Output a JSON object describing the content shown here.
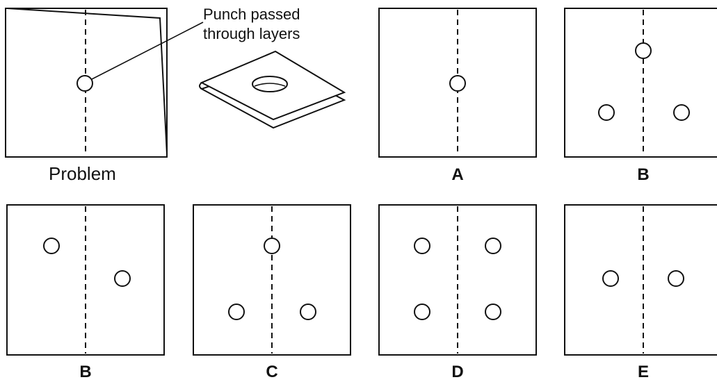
{
  "problem": {
    "caption": "Problem",
    "callout_line1": "Punch passed",
    "callout_line2": "through layers"
  },
  "options": {
    "a": {
      "label": "A"
    },
    "b_top": {
      "label": "B"
    },
    "b_bottom": {
      "label": "B"
    },
    "c": {
      "label": "C"
    },
    "d": {
      "label": "D"
    },
    "e": {
      "label": "E"
    }
  },
  "colors": {
    "stroke": "#111111",
    "background": "#ffffff"
  }
}
